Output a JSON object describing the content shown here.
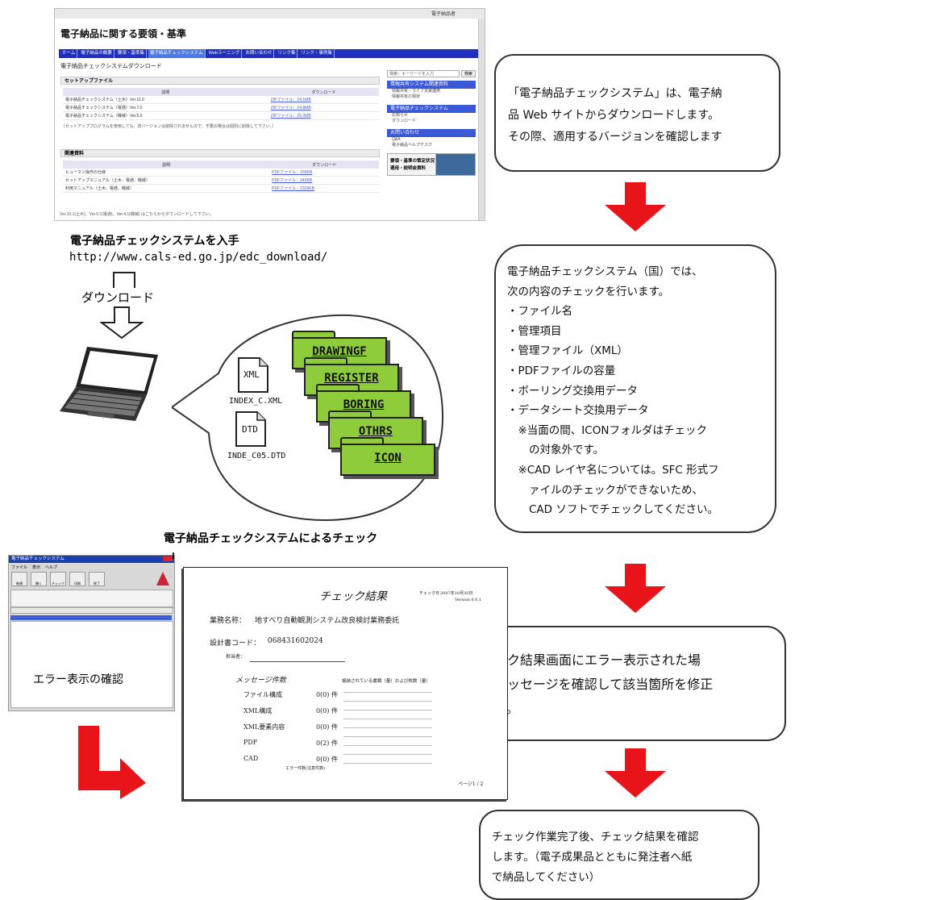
{
  "website": {
    "utility_text": "電子納品者",
    "title": "電子納品に関する要領・基準",
    "nav": [
      "ホーム",
      "電子納品の概要",
      "要領・基準集",
      "電子納品チェックシステム",
      "Webラーニング",
      "お問い合わせ",
      "リンク集",
      "リンク・事例集"
    ],
    "page_heading": "電子納品チェックシステムダウンロード",
    "setup_section": "セットアップファイル",
    "setup_table": {
      "headers": [
        "説明",
        "ダウンロード"
      ],
      "rows": [
        [
          "電子納品チェックシステム（土木）Ver.11.0",
          "ZIPファイル：24.1MB"
        ],
        [
          "電子納品チェックシステム（電通）Ver.7.0",
          "ZIPファイル：24.8MB"
        ],
        [
          "電子納品チェックシステム（機械）Ver.5.0",
          "ZIPファイル：25.2MB"
        ]
      ],
      "note": "［セットアッププログラムを使用しても、旧バージョンは削除されませんので、不要の場合は個別に削除して下さい。］"
    },
    "docs_section": "関連資料",
    "docs_table": {
      "headers": [
        "説明",
        "ダウンロード"
      ],
      "rows": [
        [
          "ヒューマン操作の仕様",
          "PDFファイル：155KB"
        ],
        [
          "セットアップマニュアル（土木、電通、機械）",
          "PDFファイル：345KB"
        ],
        [
          "利用マニュアル（土木、電通、機械）",
          "PDFファイル：2329KB"
        ]
      ]
    },
    "footer_note": "Ver.10.1(土木)、Ver.6.1(電通)、Ver.4.1(機械) はこちらからダウンロードして下さい。",
    "sidebar": {
      "search_placeholder": "検索：キーワードを入力",
      "search_button": "検索",
      "boxes": [
        {
          "title": "情報共有システム関連資料",
          "items": [
            "情報共有・ライフ支援連携",
            "情報共有の現状"
          ]
        },
        {
          "title": "電子納品チェックシステム",
          "items": [
            "お知らせ",
            "ダウンロード"
          ]
        },
        {
          "title": "お問い合わせ",
          "items": [
            "Q&A",
            "電子納品ヘルプデスク"
          ]
        }
      ],
      "banner": [
        "要領・基準の策定状況",
        "適用・説明会資料"
      ]
    }
  },
  "download": {
    "caption": "電子納品チェックシステムを入手",
    "url": "http://www.cals-ed.go.jp/edc_download/",
    "label": "ダウンロード"
  },
  "check_label": "電子納品チェックシステムによるチェック",
  "files": {
    "xml_icon": "XML",
    "xml_name": "INDEX_C.XML",
    "dtd_icon": "DTD",
    "dtd_name": "INDE_C05.DTD"
  },
  "folders": [
    "DRAWINGF",
    "REGISTER",
    "BORING",
    "OTHRS",
    "ICON"
  ],
  "callouts": {
    "c1": [
      "「電子納品チェックシステム」は、電子納",
      "品 Web サイトからダウンロードします。",
      "その際、適用するバージョンを確認します"
    ],
    "c2": [
      "電子納品チェックシステム（国）では、",
      "次の内容のチェックを行います。",
      "・ファイル名",
      "・管理項目",
      "・管理ファイル（XML）",
      "・PDFファイルの容量",
      "・ボーリング交換用データ",
      "・データシート交換用データ",
      "　※当面の間、ICONフォルダはチェック",
      "　　の対象外です。",
      "　※CAD レイヤ名については。SFC 形式フ",
      "　　ァイルのチェックができないため、",
      "　　CAD ソフトでチェックしてください。"
    ],
    "c3": [
      "チェック結果画面にエラー表示された場",
      "合、メッセージを確認して該当箇所を修正",
      "します。"
    ],
    "c4": [
      "チェック作業完了後、チェック結果を確認",
      "します。（電子成果品とともに発注者へ紙",
      "で納品してください）"
    ]
  },
  "app_window": {
    "title": "電子納品チェックシステム",
    "menu": [
      "ファイル",
      "表示",
      "ヘルプ"
    ],
    "tool_labels": [
      "新規",
      "開く",
      "チェック",
      "印刷",
      "終了"
    ],
    "error_label": "エラー表示の確認"
  },
  "result_doc": {
    "title": "チェック結果",
    "meta_date_label": "チェック日",
    "meta_date": "2007年10月30日",
    "version": "Version 6.0.1",
    "project_label": "業務名称：",
    "project_name": "地すべり自動観測システム改良検討業務委託",
    "code_label": "設計書コード：",
    "code": "068431602024",
    "person_label": "担当者：",
    "msg_header": "メッセージ件数",
    "msg_rows": [
      {
        "name": "ファイル構成",
        "count": "0(0) 件"
      },
      {
        "name": "XML構成",
        "count": "0(0) 件"
      },
      {
        "name": "XML要素内容",
        "count": "0(0) 件"
      },
      {
        "name": "PDF",
        "count": "0(2) 件"
      },
      {
        "name": "CAD",
        "count": "0(0) 件"
      }
    ],
    "msg_footnote": "エラー件数(注意件数)",
    "right_header": "格納されている書類（量）および枚数（量）",
    "page": "ページ1 / 2"
  }
}
